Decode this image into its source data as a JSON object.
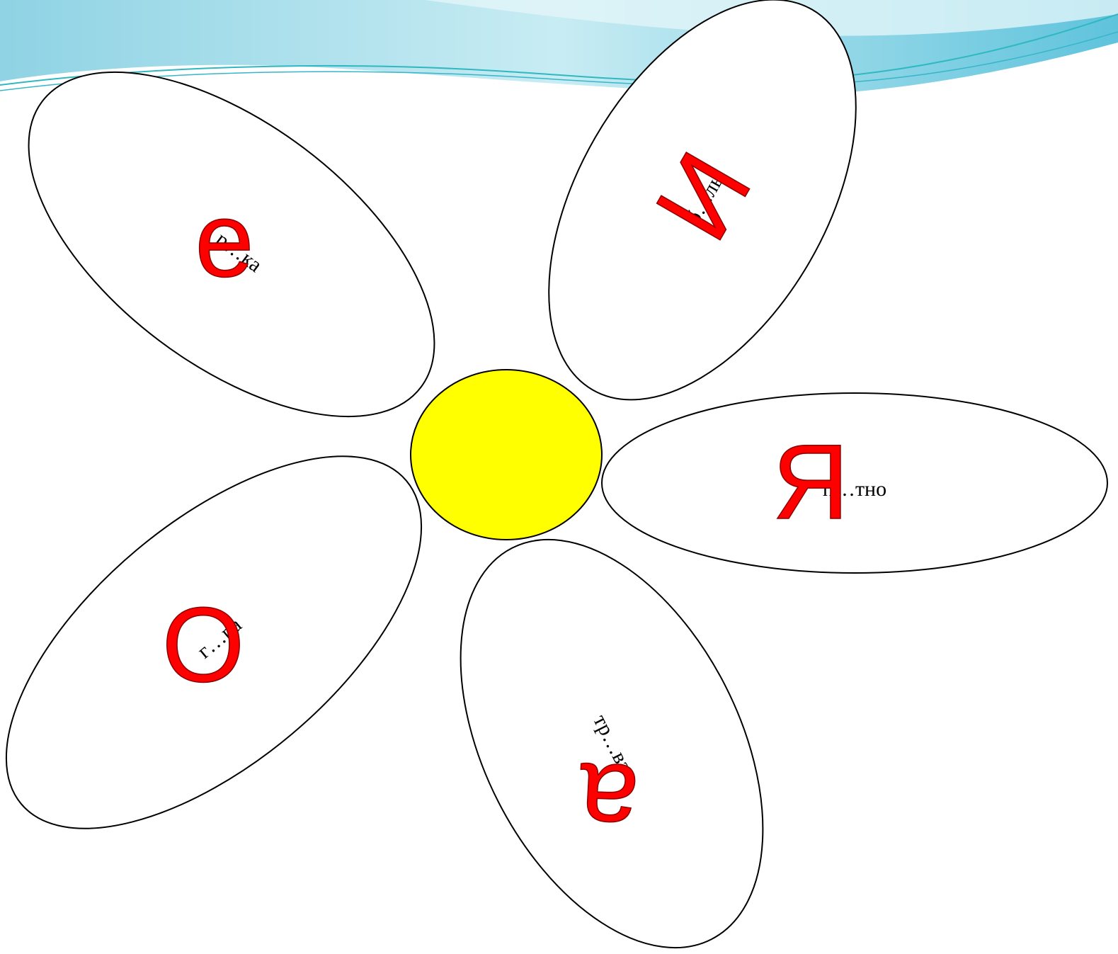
{
  "colors": {
    "background": "#ffffff",
    "banner_light": "#bfe6ef",
    "banner_mid": "#7fcde0",
    "banner_line": "#2fb8c0",
    "petal_fill": "#ffffff",
    "petal_stroke": "#000000",
    "center_fill": "#ffff00",
    "letter_color": "#ff0000",
    "word_color": "#000000"
  },
  "petals": [
    {
      "id": "top-left",
      "word": "р…ка",
      "letter": "е"
    },
    {
      "id": "top-right",
      "word": "б…лы",
      "letter": "И"
    },
    {
      "id": "right",
      "word": "п…тно",
      "letter": "Я"
    },
    {
      "id": "bottom-right",
      "word": "тр…ва",
      "letter": "а"
    },
    {
      "id": "bottom-left",
      "word": "г…ра",
      "letter": "О"
    }
  ]
}
